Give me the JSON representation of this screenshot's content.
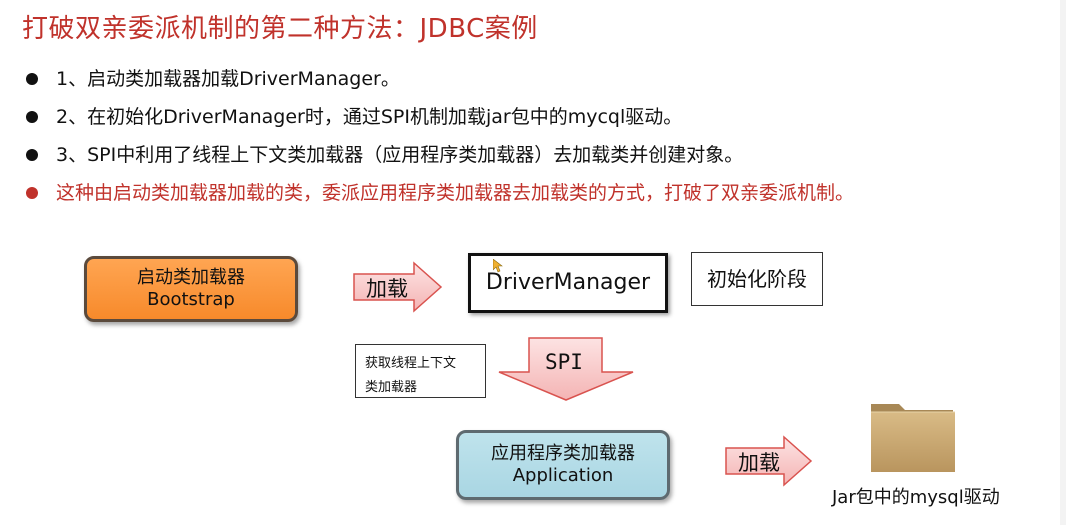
{
  "slide": {
    "title": "打破双亲委派机制的第二种方法：JDBC案例",
    "bullets": [
      "1、启动类加载器加载DriverManager。",
      "2、在初始化DriverManager时，通过SPI机制加载jar包中的mycql驱动。",
      "3、SPI中利用了线程上下文类加载器（应用程序类加载器）去加载类并创建对象。",
      "这种由启动类加载器加载的类，委派应用程序类加载器去加载类的方式，打破了双亲委派机制。"
    ]
  },
  "diagram": {
    "bootstrap": {
      "line1": "启动类加载器",
      "line2": "Bootstrap"
    },
    "arrow_load_1": "加载",
    "driver_manager": "DriverManager",
    "init_stage": "初始化阶段",
    "note": {
      "line1": "获取线程上下文",
      "line2": "类加载器"
    },
    "arrow_spi": "SPI",
    "application": {
      "line1": "应用程序类加载器",
      "line2": "Application"
    },
    "arrow_load_2": "加载",
    "jar_label": "Jar包中的mysql驱动"
  },
  "colors": {
    "title_red": "#c0322b",
    "bootstrap_orange": "#f78a2b",
    "application_blue": "#a9d6e3",
    "arrow_pink": "#f9c9c9",
    "folder_tan": "#c9a774"
  },
  "icons": [
    "folder-icon",
    "cursor-icon"
  ]
}
